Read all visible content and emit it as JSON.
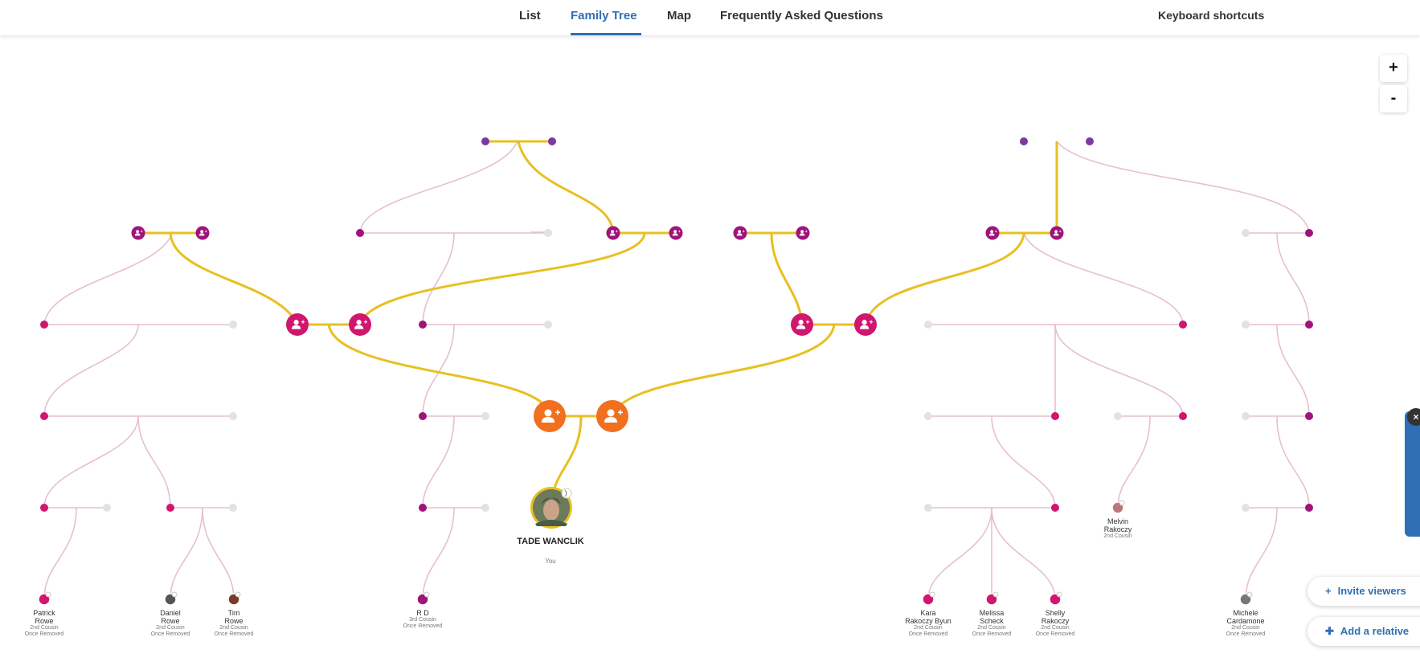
{
  "nav": {
    "tabs": [
      {
        "label": "List"
      },
      {
        "label": "Family Tree"
      },
      {
        "label": "Map"
      },
      {
        "label": "Frequently Asked Questions"
      }
    ],
    "keyboard_shortcuts": "Keyboard shortcuts"
  },
  "zoom": {
    "in": "+",
    "out": "-"
  },
  "actions": {
    "invite": "Invite viewers",
    "add": "Add a relative"
  },
  "side_panel": {
    "close": "×"
  },
  "main_person": {
    "name": "TADE WANCLIK",
    "relation": "You"
  },
  "colors": {
    "accent": "#2f6fb3",
    "orange": "#f07020",
    "magenta": "#d0166e",
    "purple": "#7b3aa0",
    "dark_pink": "#a0137a",
    "line_gold": "#e8c020",
    "line_pink": "#e3b8cc",
    "empty_node": "#e2e2e2"
  },
  "relatives": [
    {
      "name": [
        "Patrick",
        "Rowe"
      ],
      "relation": [
        "2nd Cousin",
        "Once Removed"
      ]
    },
    {
      "name": [
        "Daniel",
        "Rowe"
      ],
      "relation": [
        "2nd Cousin",
        "Once Removed"
      ]
    },
    {
      "name": [
        "Tim",
        "Rowe"
      ],
      "relation": [
        "2nd Cousin",
        "Once Removed"
      ]
    },
    {
      "name": [
        "R D"
      ],
      "relation": [
        "3rd Cousin",
        "Once Removed"
      ]
    },
    {
      "name": [
        "Kara",
        "Rakoczy Byun"
      ],
      "relation": [
        "2nd Cousin",
        "Once Removed"
      ]
    },
    {
      "name": [
        "Melissa",
        "Scheck"
      ],
      "relation": [
        "2nd Cousin",
        "Once Removed"
      ]
    },
    {
      "name": [
        "Shelly",
        "Rakoczy"
      ],
      "relation": [
        "2nd Cousin",
        "Once Removed"
      ]
    },
    {
      "name": [
        "Melvin",
        "Rakoczy"
      ],
      "relation": [
        "2nd Cousin"
      ]
    },
    {
      "name": [
        "Michele",
        "Cardamone"
      ],
      "relation": [
        "2nd Cousin",
        "Once Removed"
      ]
    }
  ]
}
